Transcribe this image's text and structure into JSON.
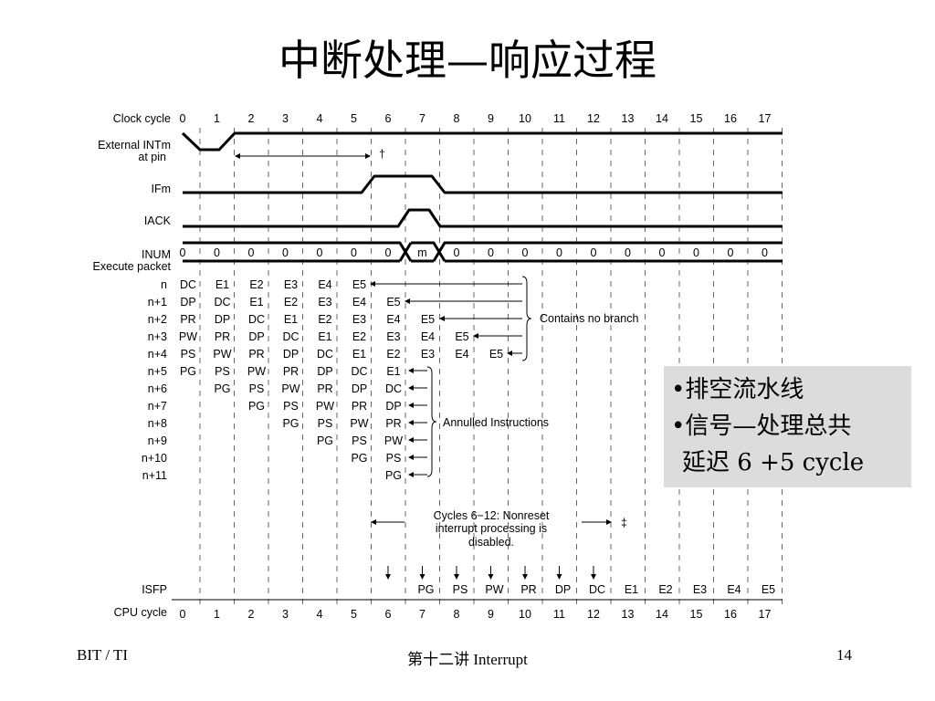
{
  "slide": {
    "title": "中断处理—响应过程",
    "footer_left": "BIT / TI",
    "footer_center": "第十二讲 Interrupt",
    "footer_right": "14"
  },
  "callout": {
    "lines": [
      "•排空流水线",
      "•信号—处理总共",
      "延迟 6 +5 cycle"
    ]
  },
  "timing": {
    "clock_cycle_label": "Clock cycle",
    "cycles": [
      "0",
      "1",
      "2",
      "3",
      "4",
      "5",
      "6",
      "7",
      "8",
      "9",
      "10",
      "11",
      "12",
      "13",
      "14",
      "15",
      "16",
      "17"
    ],
    "signal_labels": {
      "ext_int": [
        "External INTm",
        "at pin"
      ],
      "ifm": "IFm",
      "iack": "IACK",
      "inum": "INUM",
      "execute_packet": "Execute packet",
      "isfp": "ISFP",
      "cpu_cycle": "CPU cycle"
    },
    "dagger": "†",
    "double_dagger": "‡",
    "inum_values": [
      "0",
      "0",
      "0",
      "0",
      "0",
      "0",
      "0",
      "m",
      "0",
      "0",
      "0",
      "0",
      "0",
      "0",
      "0",
      "0",
      "0",
      "0"
    ],
    "packet_labels": [
      "n",
      "n+1",
      "n+2",
      "n+3",
      "n+4",
      "n+5",
      "n+6",
      "n+7",
      "n+8",
      "n+9",
      "n+10",
      "n+11"
    ],
    "pipeline_rows": [
      {
        "start": 0,
        "stages": [
          "DC",
          "E1",
          "E2",
          "E3",
          "E4",
          "E5"
        ]
      },
      {
        "start": 0,
        "stages": [
          "DP",
          "DC",
          "E1",
          "E2",
          "E3",
          "E4",
          "E5"
        ]
      },
      {
        "start": 0,
        "stages": [
          "PR",
          "DP",
          "DC",
          "E1",
          "E2",
          "E3",
          "E4",
          "E5"
        ]
      },
      {
        "start": 0,
        "stages": [
          "PW",
          "PR",
          "DP",
          "DC",
          "E1",
          "E2",
          "E3",
          "E4",
          "E5"
        ]
      },
      {
        "start": 0,
        "stages": [
          "PS",
          "PW",
          "PR",
          "DP",
          "DC",
          "E1",
          "E2",
          "E3",
          "E4",
          "E5"
        ]
      },
      {
        "start": 0,
        "stages": [
          "PG",
          "PS",
          "PW",
          "PR",
          "DP",
          "DC",
          "E1"
        ]
      },
      {
        "start": 1,
        "stages": [
          "PG",
          "PS",
          "PW",
          "PR",
          "DP",
          "DC"
        ]
      },
      {
        "start": 2,
        "stages": [
          "PG",
          "PS",
          "PW",
          "PR",
          "DP"
        ]
      },
      {
        "start": 3,
        "stages": [
          "PG",
          "PS",
          "PW",
          "PR"
        ]
      },
      {
        "start": 4,
        "stages": [
          "PG",
          "PS",
          "PW"
        ]
      },
      {
        "start": 5,
        "stages": [
          "PG",
          "PS"
        ]
      },
      {
        "start": 6,
        "stages": [
          "PG"
        ]
      }
    ],
    "contains_no_branch": "Contains no branch",
    "annulled_instructions": "Annulled Instructions",
    "nonreset_note": [
      "Cycles 6−12: Nonreset",
      "interrupt processing is",
      "disabled."
    ],
    "isfp_values": {
      "start": 7,
      "stages": [
        "PG",
        "PS",
        "PW",
        "PR",
        "DP",
        "DC",
        "E1",
        "E2",
        "E3",
        "E4",
        "E5"
      ]
    }
  }
}
